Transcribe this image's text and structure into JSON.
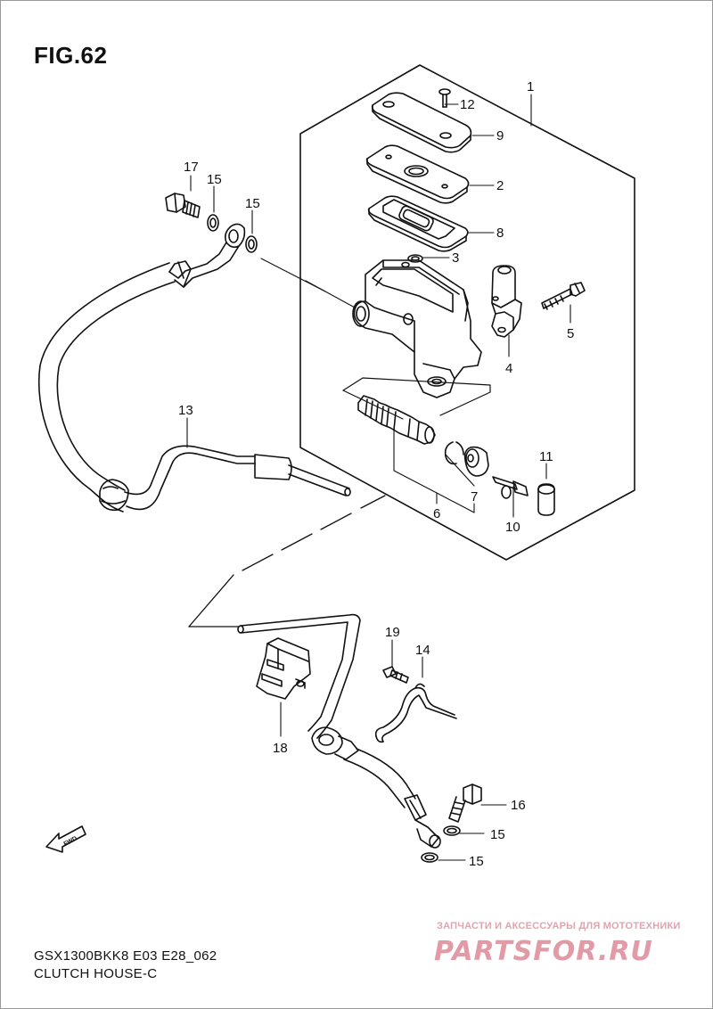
{
  "header": {
    "figure_title": "FIG.62"
  },
  "footer": {
    "model_code": "GSX1300BKK8 E03 E28_062",
    "section_name": "CLUTCH HOUSE-C"
  },
  "watermark": {
    "tagline": "ЗАПЧАСТИ И АКСЕССУАРЫ ДЛЯ МОТОТЕХНИКИ",
    "logo_text": "PARTSFOR.RU",
    "color": "#e39aa7"
  },
  "fwd_badge": {
    "label": "FWD"
  },
  "callouts": {
    "p1": "1",
    "p12": "12",
    "p9": "9",
    "p2": "2",
    "p8": "8",
    "p3": "3",
    "p4": "4",
    "p5": "5",
    "p6": "6",
    "p7": "7",
    "p10": "10",
    "p11": "11",
    "p13": "13",
    "p14": "14",
    "p15a": "15",
    "p15b": "15",
    "p15c": "15",
    "p15d": "15",
    "p16": "16",
    "p17": "17",
    "p18": "18",
    "p19": "19"
  }
}
